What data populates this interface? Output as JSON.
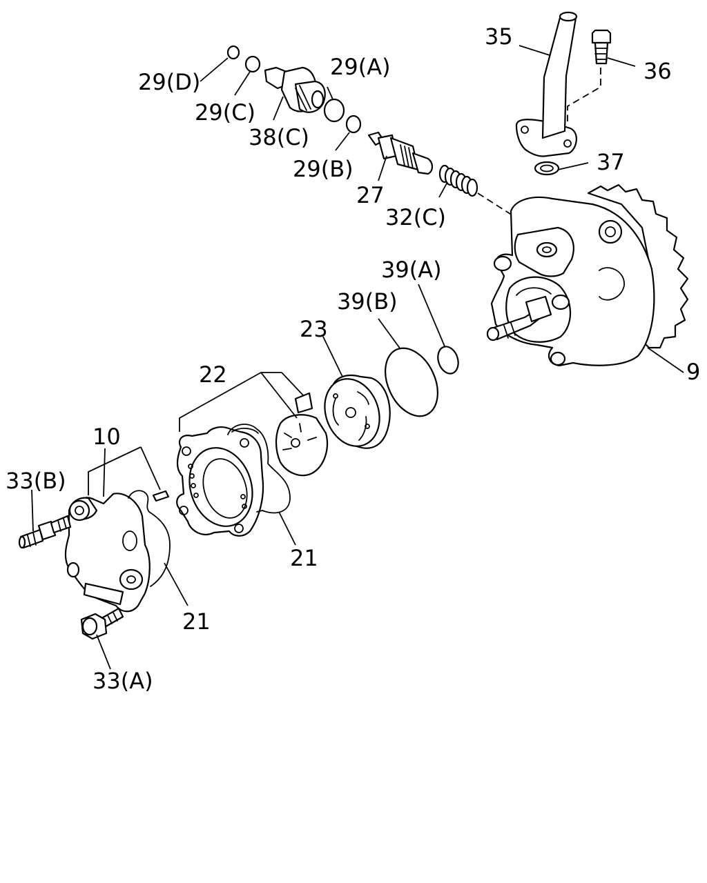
{
  "labels": {
    "p35": "35",
    "p36": "36",
    "p37": "37",
    "p29A": "29(A)",
    "p29B": "29(B)",
    "p29C": "29(C)",
    "p29D": "29(D)",
    "p38C": "38(C)",
    "p27": "27",
    "p32C": "32(C)",
    "p39A": "39(A)",
    "p39B": "39(B)",
    "p23": "23",
    "p22": "22",
    "p9": "9",
    "p10": "10",
    "p33B": "33(B)",
    "p33A": "33(A)",
    "p21a": "21",
    "p21b": "21"
  }
}
